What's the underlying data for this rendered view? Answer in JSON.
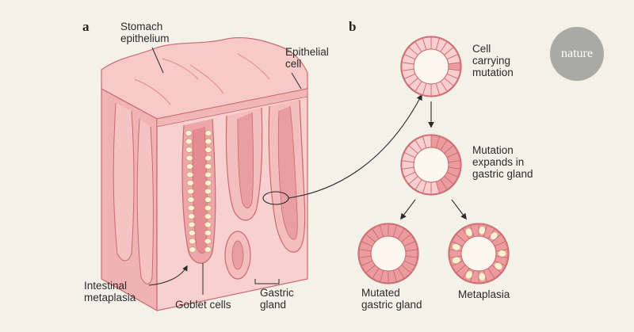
{
  "panels": {
    "a": "a",
    "b": "b"
  },
  "labels": {
    "stomach_epithelium": [
      "Stomach",
      "epithelium"
    ],
    "epithelial_cell": [
      "Epithelial",
      "cell"
    ],
    "intestinal_metaplasia": [
      "Intestinal",
      "metaplasia"
    ],
    "goblet_cells": "Goblet cells",
    "gastric_gland": [
      "Gastric",
      "gland"
    ],
    "cell_carrying_mutation": [
      "Cell",
      "carrying",
      "mutation"
    ],
    "mutation_expands": [
      "Mutation",
      "expands in",
      "gastric gland"
    ],
    "mutated_gastric_gland": [
      "Mutated",
      "gastric gland"
    ],
    "metaplasia": "Metaplasia"
  },
  "logo": "nature",
  "colors": {
    "background": "#f4f1e8",
    "tissue_light": "#f8cfcf",
    "tissue_mid": "#f2b5b5",
    "tissue_dark": "#e89a9a",
    "outline": "#c96a6f",
    "mutated_cell": "#ec9c9e",
    "goblet_cell": "#fbf1d8",
    "logo": "#a9a9a6"
  },
  "gland_rings": [
    {
      "id": "ring-1",
      "cells": 22,
      "mutated_cells": 1,
      "goblet_cells": 0
    },
    {
      "id": "ring-2",
      "cells": 22,
      "mutated_cells": 10,
      "goblet_cells": 0
    },
    {
      "id": "ring-3",
      "cells": 22,
      "mutated_cells": 22,
      "goblet_cells": 0
    },
    {
      "id": "ring-4",
      "cells": 22,
      "mutated_cells": 22,
      "goblet_cells": 9
    }
  ]
}
